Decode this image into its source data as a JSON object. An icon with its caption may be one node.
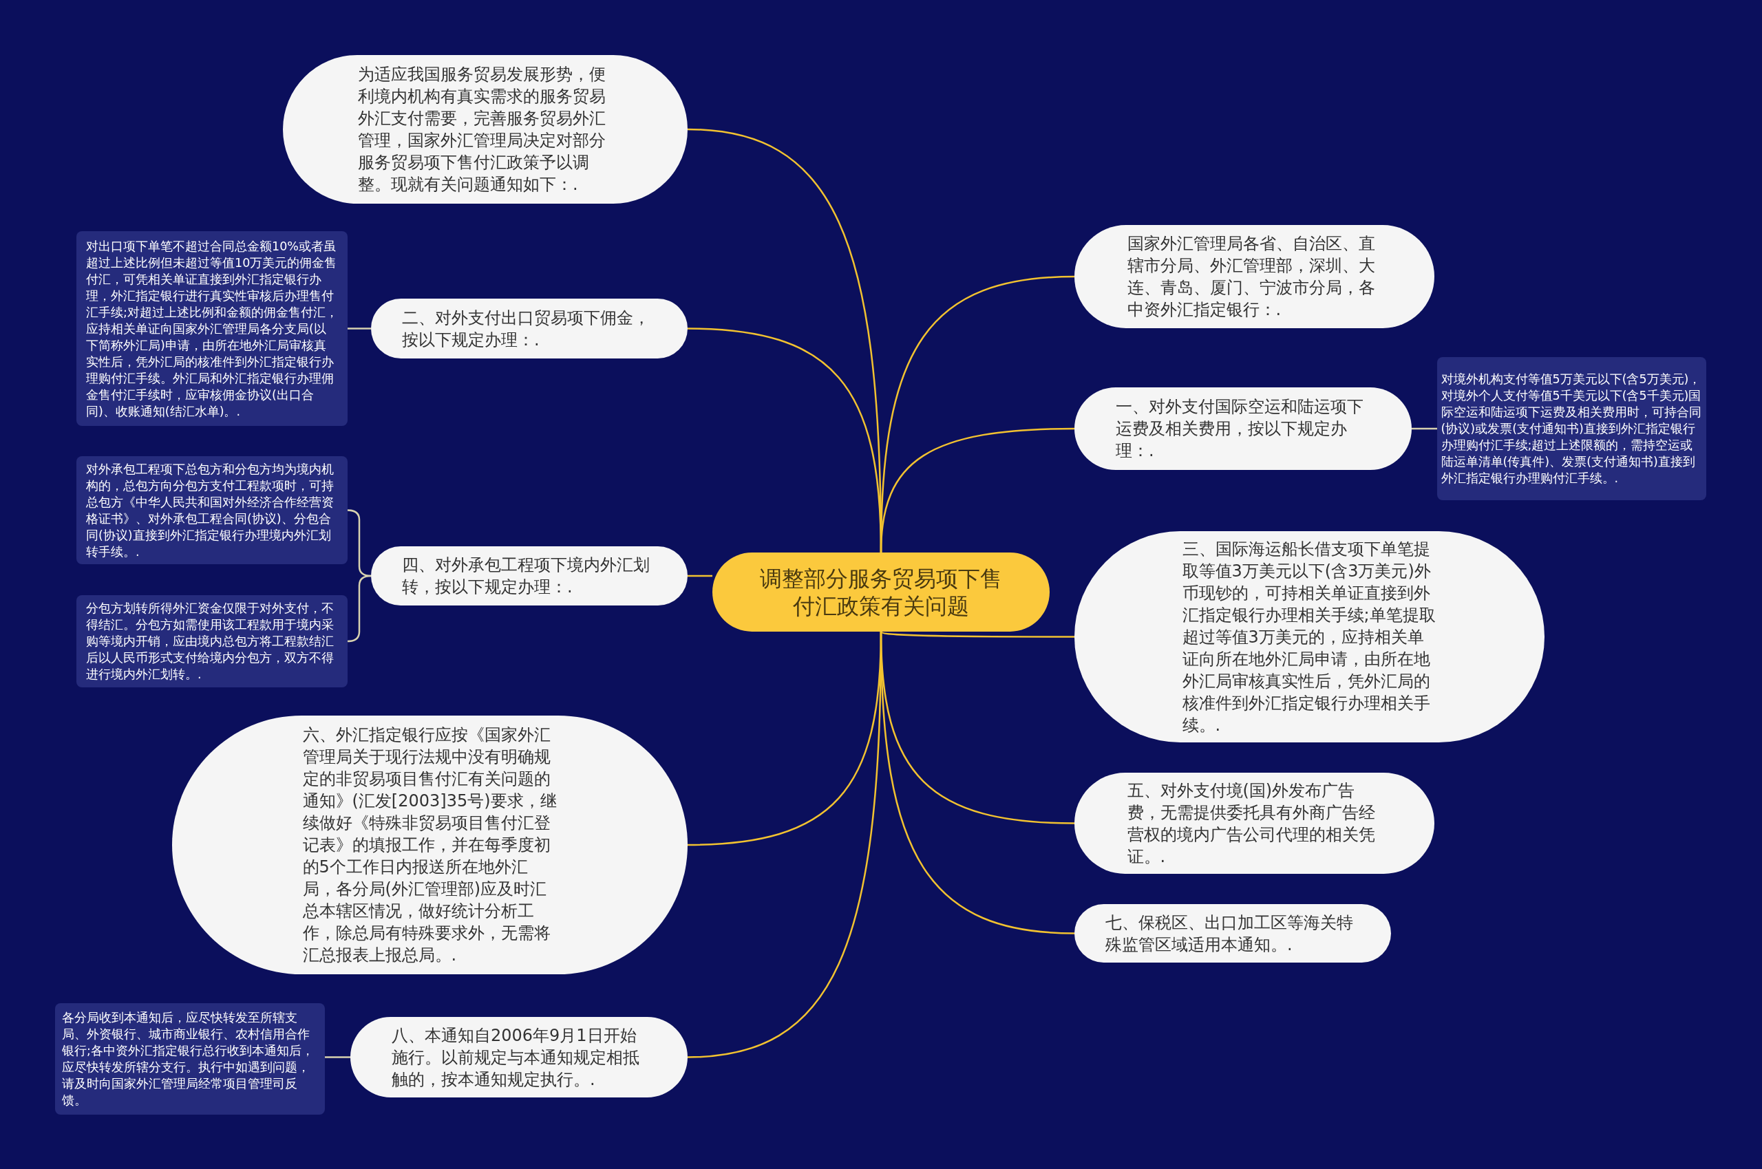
{
  "diagram": {
    "nodes": [
      {
        "text": [
          "调整部分服务贸易项下售付汇政策有关问题"
        ]
      },
      {
        "text": [
          "为适应我国服务贸易发展形势，便利境内机构有真实需求的服务贸易外汇支付需要，完善服务贸易外汇管理，国家外汇管理局决定对部分服务贸易项下售付汇政策予以调整。现就有关问题通知如下：."
        ]
      },
      {
        "text": [
          "国家外汇管理局各省、自治区、直辖市分局、外汇管理部，深圳、大连、青岛、厦门、宁波市分局，各中资外汇指定银行：."
        ]
      },
      {
        "text": [
          "二、对外支付出口贸易项下佣金，按以下规定办理：."
        ]
      },
      {
        "text": [
          "对出口项下单笔不超过合同总金额10%或者虽超过上述比例但未超过等值10万美元的佣金售付汇，可凭相关单证直接到外汇指定银行办理，外汇指定银行进行真实性审核后办理售付汇手续;对超过上述比例和金额的佣金售付汇，应持相关单证向国家外汇管理局各分支局(以下简称外汇局)申请，由所在地外汇局审核真实性后，凭外汇局的核准件到外汇指定银行办理购付汇手续。外汇局和外汇指定银行办理佣金售付汇手续时，应审核佣金协议(出口合同)、收账通知(结汇水单)。."
        ]
      },
      {
        "text": [
          "一、对外支付国际空运和陆运项下运费及相关费用，按以下规定办理：."
        ]
      },
      {
        "text": [
          "对境外机构支付等值5万美元以下(含5万美元)，对境外个人支付等值5千美元以下(含5千美元)国际空运和陆运项下运费及相关费用时，可持合同(协议)或发票(支付通知书)直接到外汇指定银行办理购付汇手续;超过上述限额的，需持空运或陆运单清单(传真件)、发票(支付通知书)直接到外汇指定银行办理购付汇手续。."
        ]
      },
      {
        "text": [
          "三、国际海运船长借支项下单笔提取等值3万美元以下(含3万美元)外币现钞的，可持相关单证直接到外汇指定银行办理相关手续;单笔提取超过等值3万美元的，应持相关单证向所在地外汇局申请，由所在地外汇局审核真实性后，凭外汇局的核准件到外汇指定银行办理相关手续。."
        ]
      },
      {
        "text": [
          "四、对外承包工程项下境内外汇划转，按以下规定办理：."
        ]
      },
      {
        "text": [
          "对外承包工程项下总包方和分包方均为境内机构的，总包方向分包方支付工程款项时，可持总包方《中华人民共和国对外经济合作经营资格证书》、对外承包工程合同(协议)、分包合同(协议)直接到外汇指定银行办理境内外汇划转手续。."
        ]
      },
      {
        "text": [
          "分包方划转所得外汇资金仅限于对外支付，不得结汇。分包方如需使用该工程款用于境内采购等境内开销，应由境内总包方将工程款结汇后以人民币形式支付给境内分包方，双方不得进行境内外汇划转。."
        ]
      },
      {
        "text": [
          "五、对外支付境(国)外发布广告费，无需提供委托具有外商广告经营权的境内广告公司代理的相关凭证。."
        ]
      },
      {
        "text": [
          "六、外汇指定银行应按《国家外汇管理局关于现行法规中没有明确规定的非贸易项目售付汇有关问题的通知》(汇发[2003]35号)要求，继续做好《特殊非贸易项目售付汇登记表》的填报工作，并在每季度初的5个工作日内报送所在地外汇局，各分局(外汇管理部)应及时汇总本辖区情况，做好统计分析工作，除总局有特殊要求外，无需将汇总报表上报总局。."
        ]
      },
      {
        "text": [
          "七、保税区、出口加工区等海关特殊监管区域适用本通知。."
        ]
      },
      {
        "text": [
          "八、本通知自2006年9月1日开始施行。以前规定与本通知规定相抵触的，按本通知规定执行。."
        ]
      },
      {
        "text": [
          "各分局收到本通知后，应尽快转发至所辖支局、外资银行、城市商业银行、农村信用合作银行;各中资外汇指定银行总行收到本通知后，应尽快转发所辖分支行。执行中如遇到问题，请及时向国家外汇管理局经常项目管理司反馈。"
        ]
      }
    ],
    "edges": [
      {
        "from": 0,
        "to": 1,
        "arrow": "none"
      },
      {
        "from": 0,
        "to": 2,
        "arrow": "none"
      },
      {
        "from": 0,
        "to": 3,
        "arrow": "none"
      },
      {
        "from": 3,
        "to": 4,
        "arrow": "none",
        "color": "#d8d2b0"
      },
      {
        "from": 0,
        "to": 5,
        "arrow": "none"
      },
      {
        "from": 5,
        "to": 6,
        "arrow": "none",
        "color": "#d8d2b0"
      },
      {
        "from": 0,
        "to": 7,
        "arrow": "none"
      },
      {
        "from": 0,
        "to": 8,
        "arrow": "none"
      },
      {
        "from": 8,
        "to": 9,
        "arrow": "none",
        "color": "#d8d2b0"
      },
      {
        "from": 8,
        "to": 10,
        "arrow": "none",
        "color": "#d8d2b0"
      },
      {
        "from": 0,
        "to": 11,
        "arrow": "none"
      },
      {
        "from": 0,
        "to": 12,
        "arrow": "none"
      },
      {
        "from": 0,
        "to": 13,
        "arrow": "none"
      },
      {
        "from": 0,
        "to": 14,
        "arrow": "none"
      },
      {
        "from": 14,
        "to": 15,
        "arrow": "none",
        "color": "#d8d2b0"
      }
    ]
  }
}
